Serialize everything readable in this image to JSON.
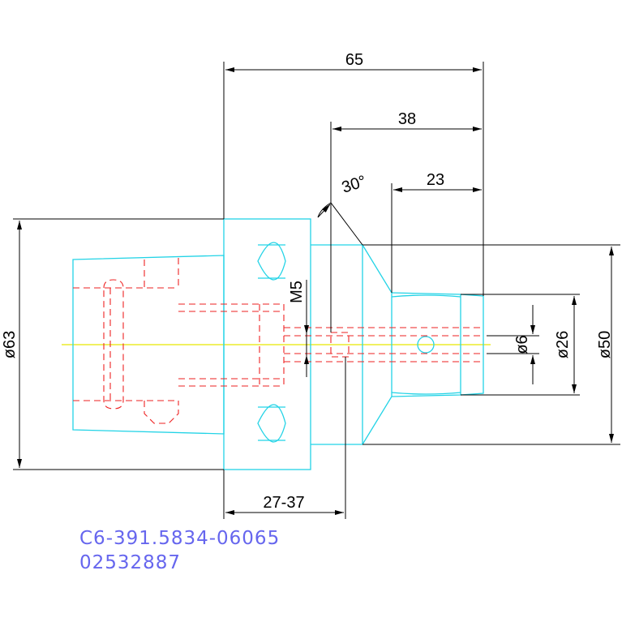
{
  "dimensions": {
    "overall_length": "65",
    "length_38": "38",
    "length_23": "23",
    "angle": "30°",
    "thread": "M5",
    "dia_63": "ø63",
    "dia_6": "ø6",
    "dia_26": "ø26",
    "dia_50": "ø50",
    "adjust_range": "27-37"
  },
  "part_codes": {
    "line1": "C6-391.5834-06065",
    "line2": "02532887"
  },
  "colors": {
    "outline": "#22d3e6",
    "hidden": "#ee2222",
    "centerline": "#e8e800",
    "dimension": "#000000",
    "code_text": "#6666ee"
  }
}
